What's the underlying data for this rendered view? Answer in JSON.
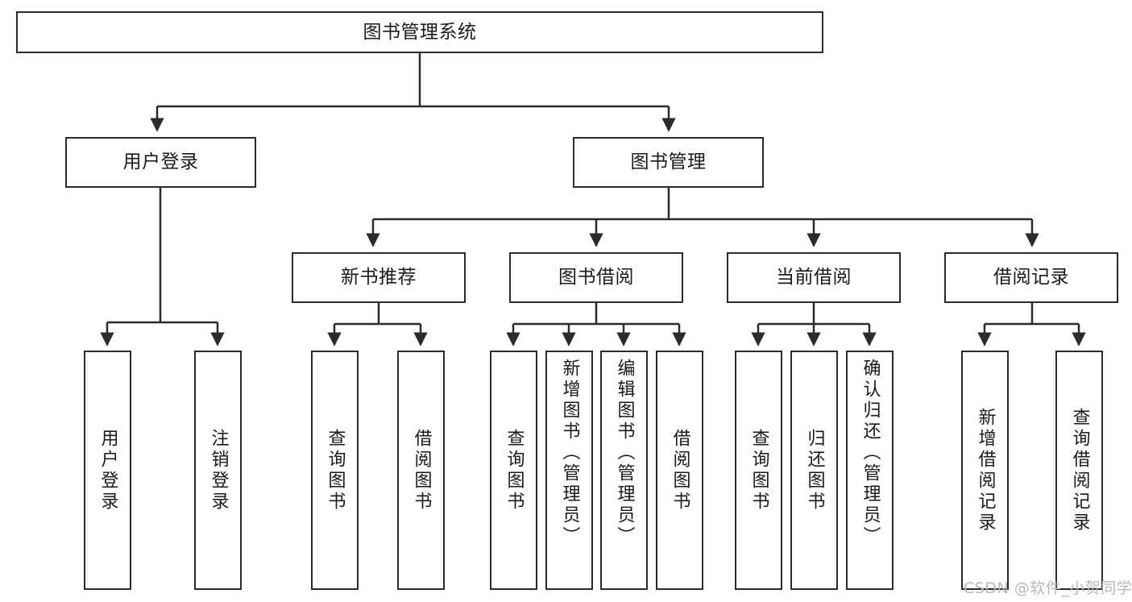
{
  "diagram": {
    "title": "图书管理系统",
    "type": "tree-hierarchy-diagram",
    "watermark": "CSDN @软件_小贺同学",
    "colors": {
      "background": "#ffffff",
      "box_border": "#2b2b2b",
      "box_fill": "#ffffff",
      "text": "#1a1a1a",
      "edge": "#2b2b2b",
      "watermark": "#b9b9b9"
    }
  },
  "nodes": {
    "root": {
      "label": "图书管理系统"
    },
    "level1": [
      {
        "id": "user-login",
        "label": "用户登录"
      },
      {
        "id": "book-manage",
        "label": "图书管理"
      }
    ],
    "level2": [
      {
        "id": "new-book-recommend",
        "label": "新书推荐"
      },
      {
        "id": "book-borrow",
        "label": "图书借阅"
      },
      {
        "id": "current-borrow",
        "label": "当前借阅"
      },
      {
        "id": "borrow-record",
        "label": "借阅记录"
      }
    ],
    "leaves": {
      "user_login": [
        {
          "id": "leaf-user-login",
          "label": "用户登录"
        },
        {
          "id": "leaf-logout-login",
          "label": "注销登录"
        }
      ],
      "new_book_recommend": [
        {
          "id": "leaf-query-book-1",
          "label": "查询图书"
        },
        {
          "id": "leaf-borrow-book-1",
          "label": "借阅图书"
        }
      ],
      "book_borrow": [
        {
          "id": "leaf-query-book-2",
          "label": "查询图书"
        },
        {
          "id": "leaf-add-book",
          "label": "新增图书（管理员）"
        },
        {
          "id": "leaf-edit-book",
          "label": "编辑图书（管理员）"
        },
        {
          "id": "leaf-borrow-book-2",
          "label": "借阅图书"
        }
      ],
      "current_borrow": [
        {
          "id": "leaf-query-book-3",
          "label": "查询图书"
        },
        {
          "id": "leaf-return-book",
          "label": "归还图书"
        },
        {
          "id": "leaf-confirm-return",
          "label": "确认归还（管理员）"
        }
      ],
      "borrow_record": [
        {
          "id": "leaf-add-record",
          "label": "新增借阅记录"
        },
        {
          "id": "leaf-query-record",
          "label": "查询借阅记录"
        }
      ]
    }
  }
}
